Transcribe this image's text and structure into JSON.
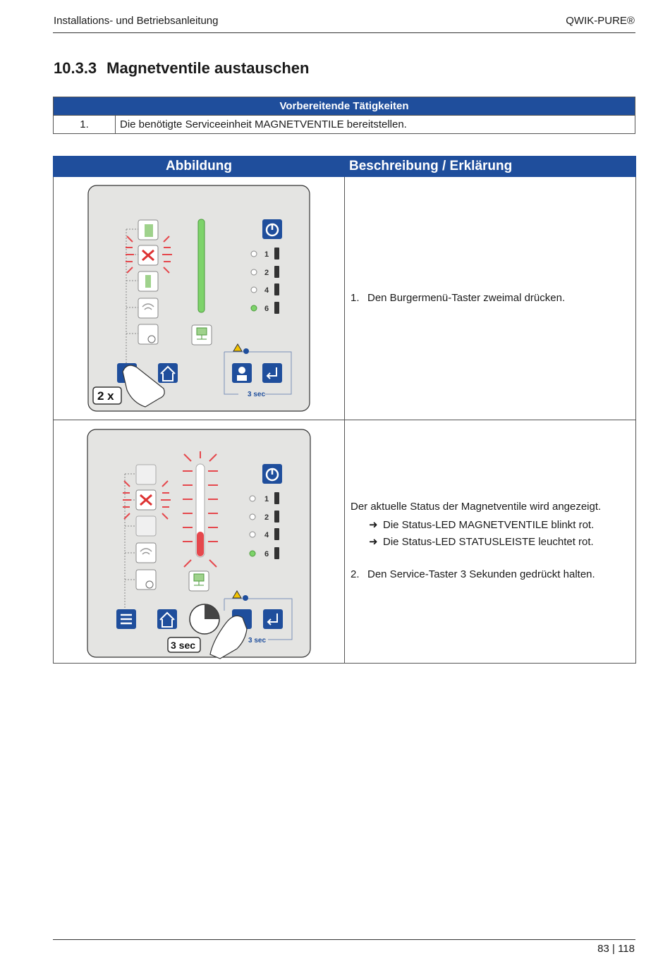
{
  "header": {
    "left": "Installations- und Betriebsanleitung",
    "right": "QWIK-PURE®"
  },
  "section": {
    "number": "10.3.3",
    "title": "Magnetventile austauschen"
  },
  "prep_table": {
    "heading": "Vorbereitende Tätigkeiten",
    "rows": [
      {
        "num": "1.",
        "text": "Die benötigte Serviceeinheit MAGNETVENTILE bereitstellen."
      }
    ]
  },
  "main_table": {
    "col1": "Abbildung",
    "col2": "Beschreibung / Erklärung",
    "rows": [
      {
        "badge": "2 x",
        "led_labels": [
          "1",
          "2",
          "4",
          "6"
        ],
        "timer_label": "3 sec",
        "step_num": "1.",
        "step_text": "Den Burgermenü-Taster zweimal drücken."
      },
      {
        "badge": "3 sec",
        "led_labels": [
          "1",
          "2",
          "4",
          "6"
        ],
        "timer_label": "3 sec",
        "intro": "Der aktuelle Status der Magnetventile wird angezeigt.",
        "arrow": "➜",
        "results": [
          "Die Status-LED MAGNETVENTILE blinkt rot.",
          "Die Status-LED STATUSLEISTE leuchtet rot."
        ],
        "step_num": "2.",
        "step_text": "Den Service-Taster 3 Sekunden gedrückt halten."
      }
    ]
  },
  "footer": {
    "page": "83 | 118"
  },
  "colors": {
    "accent": "#1f4e9c",
    "panel": "#e4e4e2",
    "led_green": "#7dd36a",
    "led_red": "#e5484d"
  }
}
